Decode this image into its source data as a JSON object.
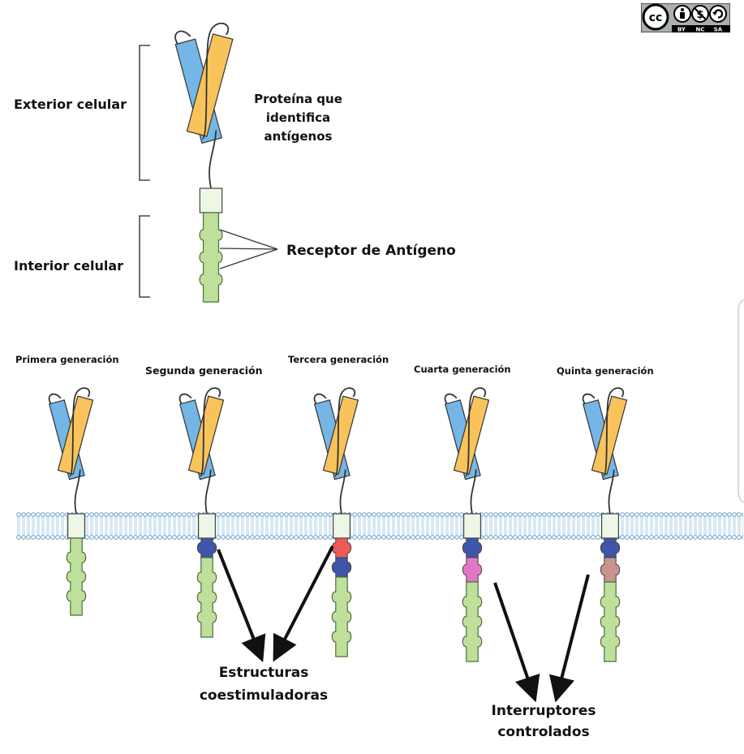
{
  "labels": {
    "exterior": "Exterior celular",
    "interior": "Interior celular",
    "protein_line1": "Proteína que",
    "protein_line2": "identifica",
    "protein_line3": "antígenos",
    "receptor": "Receptor de Antígeno",
    "costim_line1": "Estructuras",
    "costim_line2": "coestimuladoras",
    "switch_line1": "Interruptores",
    "switch_line2": "controlados"
  },
  "generations": [
    {
      "label": "Primera generación"
    },
    {
      "label": "Segunda generación"
    },
    {
      "label": "Tercera generación"
    },
    {
      "label": "Cuarta generación"
    },
    {
      "label": "Quinta generación"
    }
  ],
  "license": {
    "icon": "cc-by-nc-sa-icon",
    "by": "BY",
    "nc": "NC",
    "sa": "SA"
  },
  "colors": {
    "blue_domain": "#74b6e6",
    "orange_domain": "#f9c35c",
    "green_domain": "#bfe09a",
    "costim_navy": "#3f55a8",
    "costim_red": "#ee5a55",
    "switch_pink": "#e277c8",
    "switch_rose": "#c9948c",
    "membrane": "#7db3d6"
  }
}
